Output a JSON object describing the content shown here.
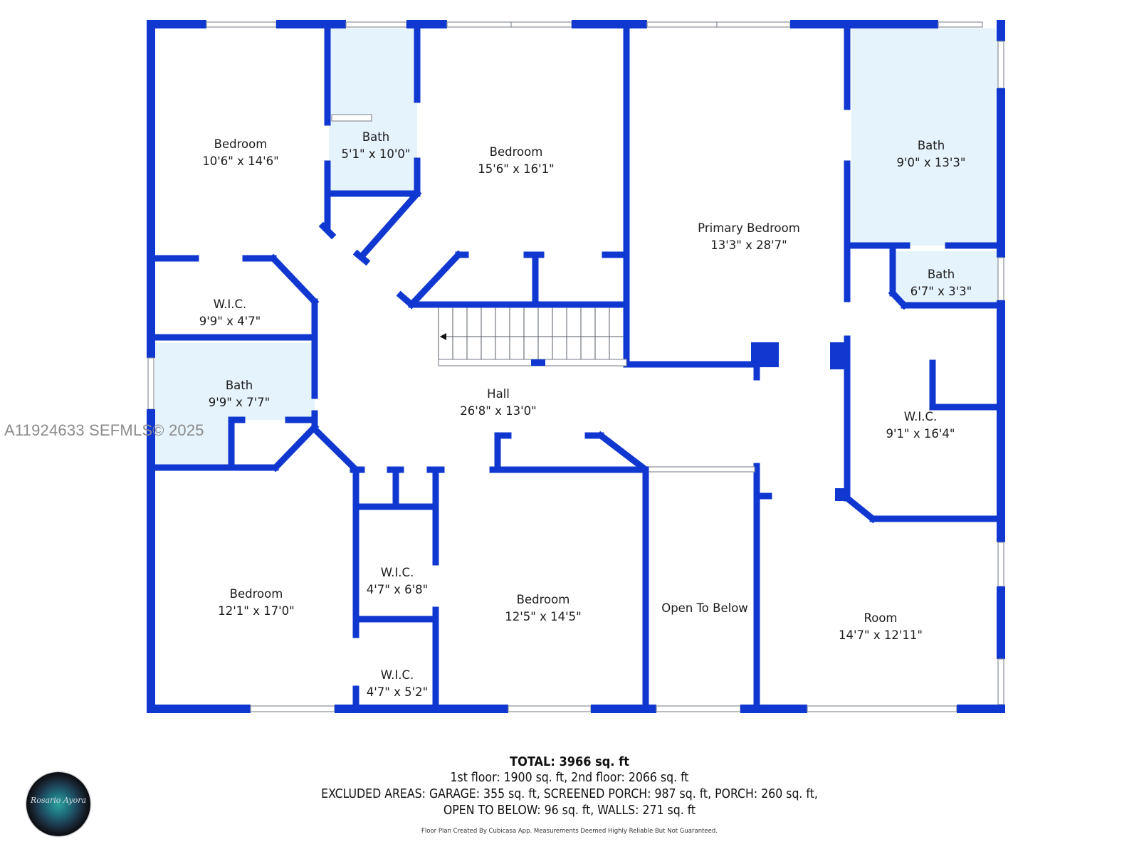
{
  "floor_plan": {
    "rooms": [
      {
        "id": "bedroom-nw",
        "name": "Bedroom",
        "dims": "10'6\" x 14'6\""
      },
      {
        "id": "bath-n",
        "name": "Bath",
        "dims": "5'1\" x 10'0\""
      },
      {
        "id": "bedroom-n",
        "name": "Bedroom",
        "dims": "15'6\" x 16'1\""
      },
      {
        "id": "primary-bedroom",
        "name": "Primary Bedroom",
        "dims": "13'3\" x 28'7\""
      },
      {
        "id": "bath-primary",
        "name": "Bath",
        "dims": "9'0\" x 13'3\""
      },
      {
        "id": "bath-small",
        "name": "Bath",
        "dims": "6'7\" x 3'3\""
      },
      {
        "id": "wic-w",
        "name": "W.I.C.",
        "dims": "9'9\" x 4'7\""
      },
      {
        "id": "bath-w",
        "name": "Bath",
        "dims": "9'9\" x 7'7\""
      },
      {
        "id": "hall",
        "name": "Hall",
        "dims": "26'8\" x 13'0\""
      },
      {
        "id": "wic-primary",
        "name": "W.I.C.",
        "dims": "9'1\" x 16'4\""
      },
      {
        "id": "bedroom-sw",
        "name": "Bedroom",
        "dims": "12'1\" x 17'0\""
      },
      {
        "id": "wic-s1",
        "name": "W.I.C.",
        "dims": "4'7\" x 6'8\""
      },
      {
        "id": "wic-s2",
        "name": "W.I.C.",
        "dims": "4'7\" x 5'2\""
      },
      {
        "id": "bedroom-s",
        "name": "Bedroom",
        "dims": "12'5\" x 14'5\""
      },
      {
        "id": "open-to-below",
        "name": "Open To Below",
        "dims": ""
      },
      {
        "id": "room-se",
        "name": "Room",
        "dims": "14'7\" x 12'11\""
      }
    ]
  },
  "watermark": "A11924633  SEFMLS© 2025",
  "summary": {
    "total": "TOTAL: 3966 sq. ft",
    "floors": "1st floor: 1900 sq. ft, 2nd floor: 2066 sq. ft",
    "excluded": "EXCLUDED AREAS: GARAGE: 355 sq. ft, SCREENED PORCH: 987 sq. ft, PORCH: 260 sq. ft,",
    "excluded_cont": "OPEN TO BELOW: 96 sq. ft, WALLS: 271 sq. ft",
    "disclaimer": "Floor Plan Created By Cubicasa App. Measurements Deemed Highly Reliable But Not Guaranteed."
  },
  "logo": {
    "script": "Rosario Ayora"
  },
  "colors": {
    "wall": "#1038d1",
    "bath_fill": "#e5f3fc",
    "background": "#ffffff"
  }
}
